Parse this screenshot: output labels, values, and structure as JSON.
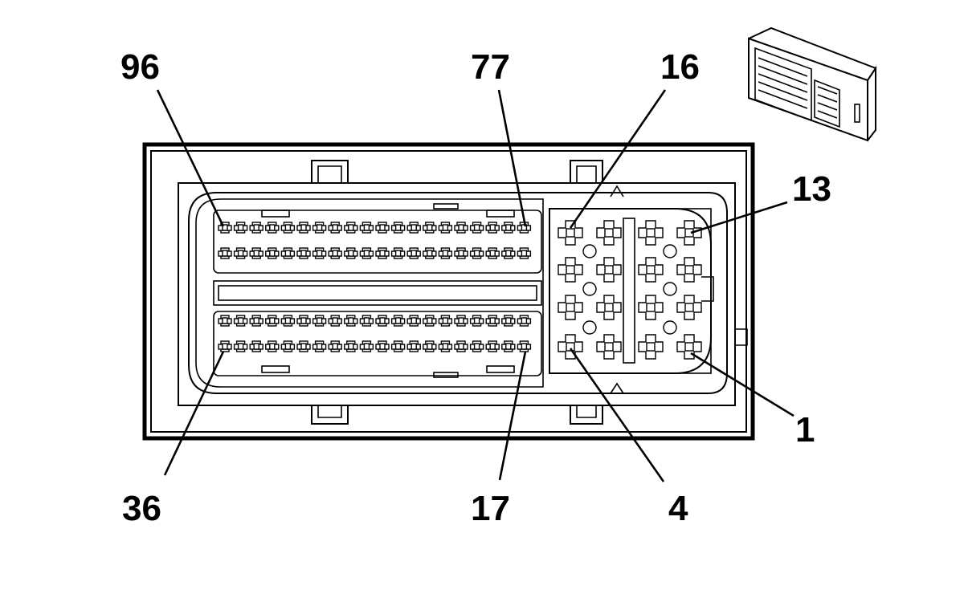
{
  "pin_labels": {
    "p96": "96",
    "p77": "77",
    "p16": "16",
    "p13": "13",
    "p1": "1",
    "p36": "36",
    "p17": "17",
    "p4": "4"
  },
  "connector": {
    "small_pin_rows": 4,
    "small_pins_per_row": 20,
    "large_pin_rows": 4,
    "large_pins_per_row": 4
  }
}
